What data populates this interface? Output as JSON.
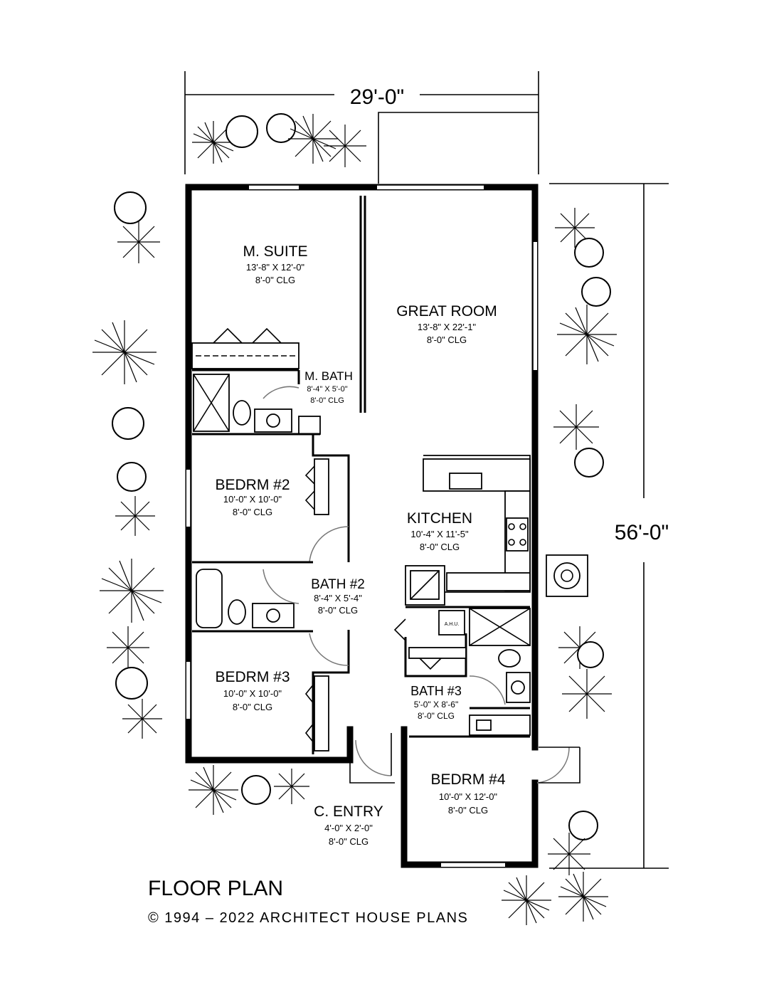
{
  "plan": {
    "title": "FLOOR PLAN",
    "copyright": "© 1994 – 2022 ARCHITECT HOUSE PLANS",
    "width_dim": "29'-0\"",
    "depth_dim": "56'-0\"",
    "rooms": [
      {
        "name": "M. SUITE",
        "size": "13'-8\" X 12'-0\"",
        "ceiling": "8'-0\" CLG"
      },
      {
        "name": "GREAT ROOM",
        "size": "13'-8\" X 22'-1\"",
        "ceiling": "8'-0\" CLG"
      },
      {
        "name": "M. BATH",
        "size": "8'-4\" X 5'-0\"",
        "ceiling": "8'-0\" CLG"
      },
      {
        "name": "BEDRM #2",
        "size": "10'-0\" X 10'-0\"",
        "ceiling": "8'-0\" CLG"
      },
      {
        "name": "KITCHEN",
        "size": "10'-4\" X 11'-5\"",
        "ceiling": "8'-0\" CLG"
      },
      {
        "name": "BATH #2",
        "size": "8'-4\" X 5'-4\"",
        "ceiling": "8'-0\" CLG"
      },
      {
        "name": "BEDRM #3",
        "size": "10'-0\" X 10'-0\"",
        "ceiling": "8'-0\" CLG"
      },
      {
        "name": "BATH #3",
        "size": "5'-0\" X 8'-6\"",
        "ceiling": "8'-0\" CLG"
      },
      {
        "name": "BEDRM #4",
        "size": "10'-0\" X 12'-0\"",
        "ceiling": "8'-0\" CLG"
      },
      {
        "name": "C. ENTRY",
        "size": "4'-0\" X 2'-0\"",
        "ceiling": "8'-0\" CLG"
      }
    ],
    "appliance_label": "A.H.U."
  }
}
